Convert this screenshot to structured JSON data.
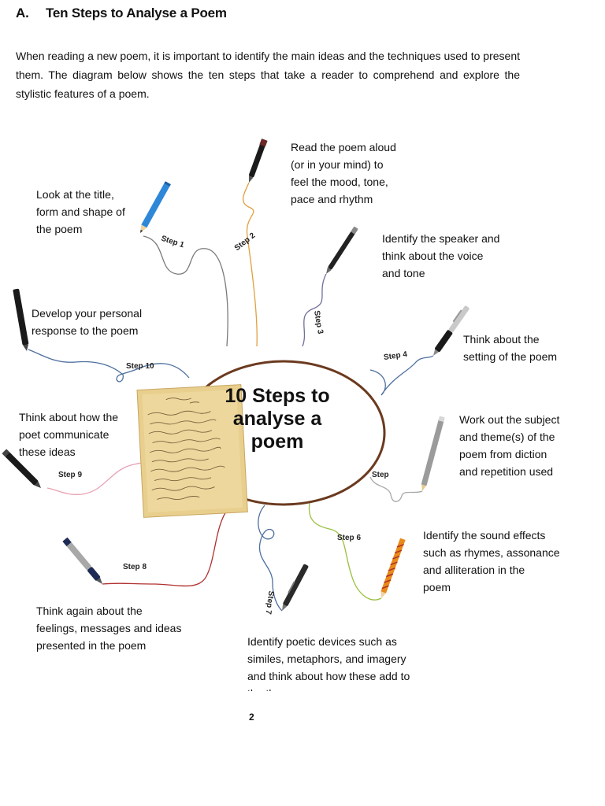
{
  "heading": {
    "letter": "A.",
    "title": "Ten Steps to Analyse a Poem"
  },
  "intro": "When reading a new poem, it is important to identify the main ideas and the techniques used to present them. The diagram below shows the ten steps that take a reader to comprehend and explore the stylistic features of a poem.",
  "hub": {
    "title": "10 Steps to\nanalyse a\npoem"
  },
  "steps": {
    "s1": {
      "label": "Step 1",
      "text": "Look at the title,\nform and shape of\nthe poem",
      "color": "#7a7a7a"
    },
    "s2": {
      "label": "Step 2",
      "text": "Read the poem aloud\n(or in your mind) to\nfeel the mood, tone,\npace and rhythm",
      "color": "#e0a040"
    },
    "s3": {
      "label": "Step 3",
      "text": "Identify the speaker and\nthink about the voice\nand tone",
      "color": "#6f6f9a"
    },
    "s4": {
      "label": "Step 4",
      "text": "Think about the\nsetting of the poem",
      "color": "#4d6f9e"
    },
    "s5": {
      "label": "Step",
      "text": "Work out the subject\nand theme(s) of the\npoem from diction\nand repetition used",
      "color": "#a8a8a8"
    },
    "s6": {
      "label": "Step 6",
      "text": "Identify the sound effects\nsuch as rhymes, assonance\nand alliteration in the\npoem",
      "color": "#9ac040"
    },
    "s7": {
      "label": "Step 7",
      "text": "Identify poetic devices such as\nsimiles, metaphors, and imagery\nand think about how these add to\nthe theme",
      "color": "#4d6f9e"
    },
    "s8": {
      "label": "Step 8",
      "text": "Think again about the\nfeelings, messages and ideas\npresented in the poem",
      "color": "#b03030"
    },
    "s9": {
      "label": "Step 9",
      "text": "Think about how the\npoet communicate\nthese ideas",
      "color": "#e8a0b0"
    },
    "s10": {
      "label": "Step 10",
      "text": "Develop your personal\nresponse to the poem",
      "color": "#4d6f9e"
    }
  },
  "page_number": "2",
  "colors": {
    "hub_ring": "#6b3a1f",
    "paper": "#e8cf8e",
    "ink": "#5a3a20"
  }
}
